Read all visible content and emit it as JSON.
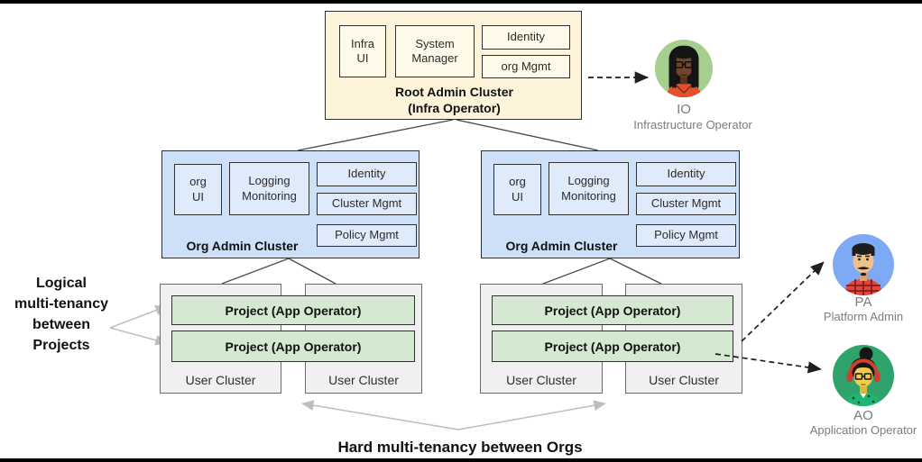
{
  "colors": {
    "root_fill": "#FCF3D8",
    "root_item_fill": "#FEF9E8",
    "org_fill": "#CEE0F8",
    "org_item_fill": "#DFEAFB",
    "user_fill": "#F0F0F0",
    "project_fill": "#D4E8D2",
    "border_dark": "#2F2F2F",
    "gray_arrow": "#BDBDBD",
    "label_gray": "#7C7C7C"
  },
  "root_cluster": {
    "items": [
      "Infra\nUI",
      "System\nManager",
      "Identity",
      "org Mgmt"
    ],
    "title": "Root Admin Cluster\n(Infra Operator)"
  },
  "org_clusters": [
    {
      "items": [
        "org\nUI",
        "Logging\nMonitoring",
        "Identity",
        "Cluster Mgmt",
        "Policy Mgmt"
      ],
      "title": "Org Admin Cluster"
    },
    {
      "items": [
        "org\nUI",
        "Logging\nMonitoring",
        "Identity",
        "Cluster Mgmt",
        "Policy Mgmt"
      ],
      "title": "Org Admin Cluster"
    }
  ],
  "user_groups": [
    {
      "projects": [
        "Project (App Operator)",
        "Project (App Operator)"
      ],
      "clusters": [
        "User Cluster",
        "User Cluster"
      ]
    },
    {
      "projects": [
        "Project (App Operator)",
        "Project  (App Operator)"
      ],
      "clusters": [
        "User Cluster",
        "User Cluster"
      ]
    }
  ],
  "personas": [
    {
      "code": "IO",
      "role": "Infrastructure Operator",
      "circle_color": "#A6CE8E"
    },
    {
      "code": "PA",
      "role": "Platform Admin",
      "circle_color": "#7EA9F5"
    },
    {
      "code": "AO",
      "role": "Application Operator",
      "circle_color": "#2EA36B"
    }
  ],
  "annotations": {
    "left_label": "Logical\nmulti-tenancy\nbetween\nProjects",
    "bottom_label": "Hard multi-tenancy between Orgs"
  }
}
